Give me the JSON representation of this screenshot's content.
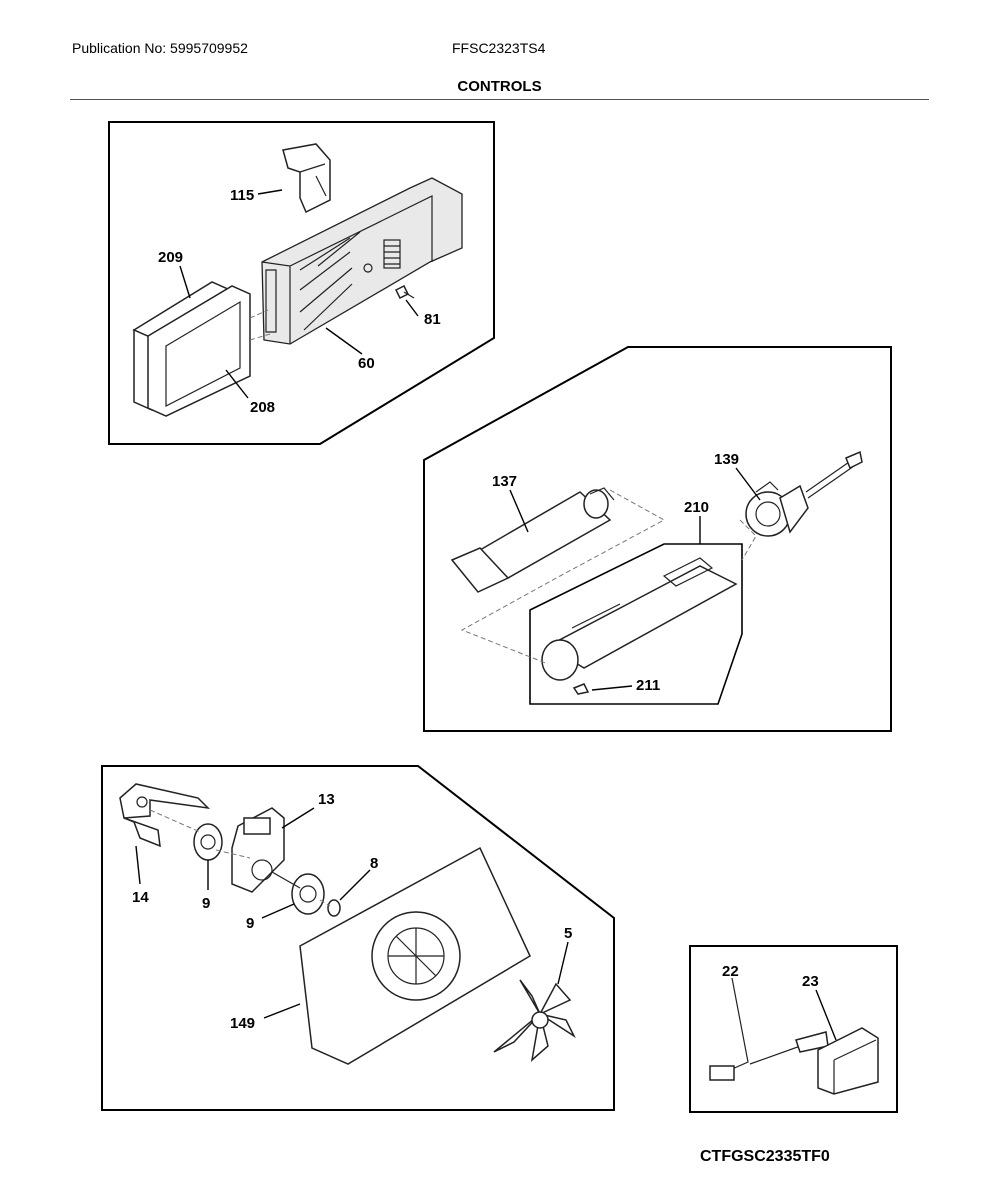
{
  "header": {
    "publication": "Publication No: 5995709952",
    "model": "FFSC2323TS4",
    "title": "CONTROLS"
  },
  "footer": {
    "code": "CTFGSC2335TF0"
  },
  "callouts": {
    "p115": "115",
    "p209": "209",
    "p81": "81",
    "p60": "60",
    "p208": "208",
    "p137": "137",
    "p139": "139",
    "p210": "210",
    "p211": "211",
    "p13": "13",
    "p14": "14",
    "p9a": "9",
    "p9b": "9",
    "p8": "8",
    "p5": "5",
    "p149": "149",
    "p22": "22",
    "p23": "23"
  }
}
